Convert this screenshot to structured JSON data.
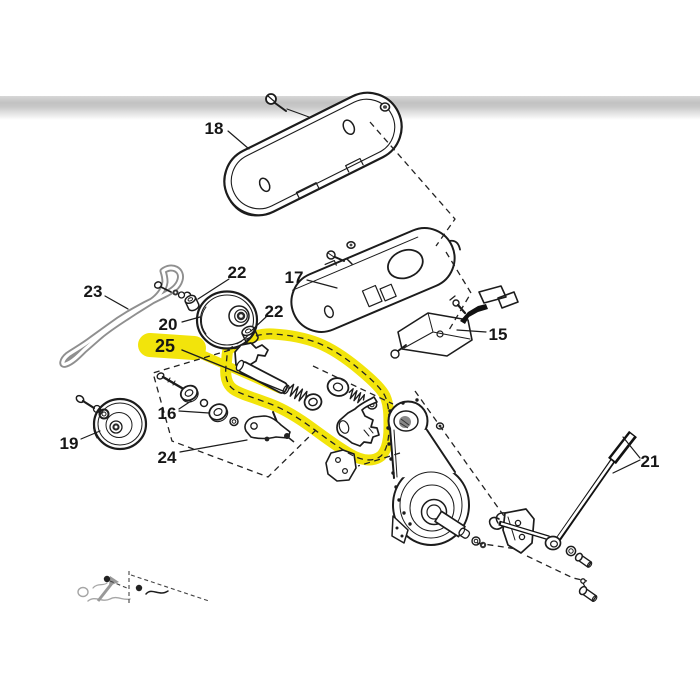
{
  "page": {
    "background": "#ffffff",
    "divider_bar": {
      "color": "#c2c2c2",
      "fade_to": "#ffffff"
    }
  },
  "diagram": {
    "type": "exploded-parts-diagram",
    "line_color": "#1c1c1c",
    "belt_color": "#8f8f8f",
    "faint_sketch_color": "#a6a6a6",
    "highlight_color": "#f2e40b",
    "highlighted_part": "25",
    "labels": {
      "p15": "15",
      "p16": "16",
      "p17": "17",
      "p18": "18",
      "p19": "19",
      "p20": "20",
      "p21": "21",
      "p22a": "22",
      "p22b": "22",
      "p23": "23",
      "p24": "24",
      "p25": "25"
    }
  }
}
